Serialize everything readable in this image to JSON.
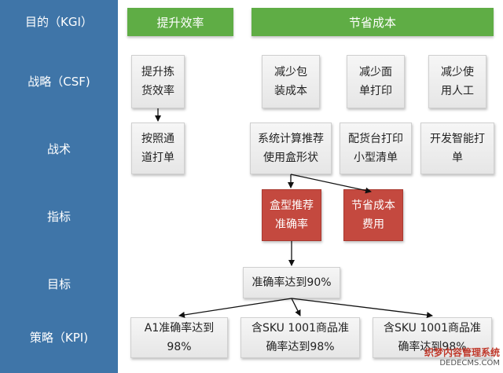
{
  "sidebar": {
    "levels": [
      "目的（KGI）",
      "战略（CSF)",
      "战术",
      "指标",
      "目标",
      "策略（KPI)"
    ]
  },
  "headers": {
    "efficiency": "提升效率",
    "cost": "节省成本"
  },
  "strategies": {
    "pick": "提升拣\n货效率",
    "package": "减少包\n装成本",
    "print": "减少面\n单打印",
    "labor": "减少使\n用人工"
  },
  "tactics": {
    "channel": "按照通\n道打单",
    "box_recommend": "系统计算推荐\n使用盒形状",
    "station_print": "配货台打印\n小型清单",
    "smart_print": "开发智能打\n单"
  },
  "indicators": {
    "accuracy": "盒型推荐\n准确率",
    "cost_saving": "节省成本\n费用"
  },
  "target": {
    "value": "准确率达到90%"
  },
  "kpi": {
    "a1": "A1准确率达到\n98%",
    "sku1": "含SKU 1001商品准\n确率达到98%",
    "sku2": "含SKU 1001商品准\n确率达到98%"
  },
  "watermark": {
    "main": "织梦内容管理系统",
    "sub": "DEDECMS.COM"
  },
  "colors": {
    "sidebar": "#3f75a8",
    "header": "#5fad45",
    "indicator": "#c4493f"
  }
}
